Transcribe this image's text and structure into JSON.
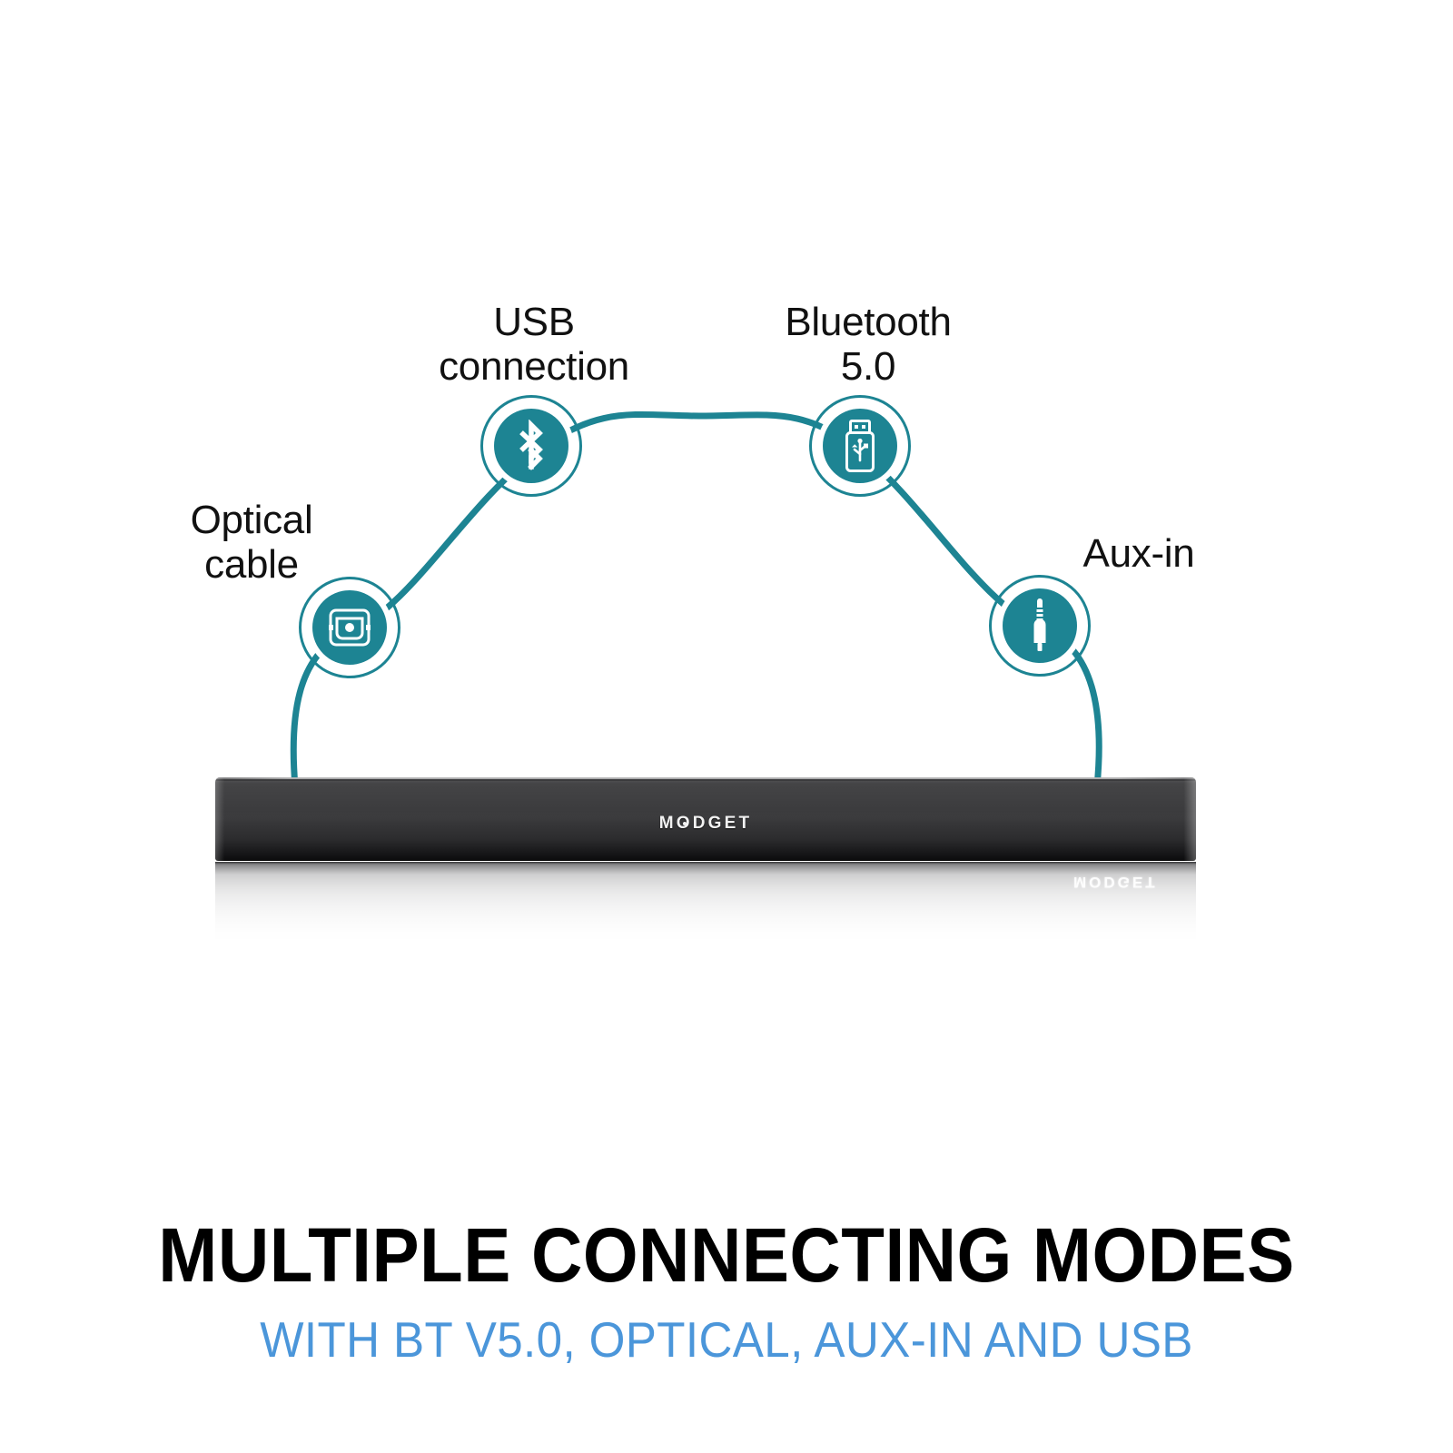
{
  "theme": {
    "accent_teal": "#1d8493",
    "caption_blue": "#4b96da",
    "headline_black": "#000000",
    "background": "#ffffff"
  },
  "diagram": {
    "nodes": [
      {
        "key": "optical",
        "label": "Optical\ncable",
        "icon": "optical-toslink-icon",
        "label_position": "left"
      },
      {
        "key": "bluetooth_node",
        "label": "USB\nconnection",
        "icon": "bluetooth-icon",
        "label_position": "top"
      },
      {
        "key": "usb_node",
        "label": "Bluetooth\n5.0",
        "icon": "usb-flash-drive-icon",
        "label_position": "top"
      },
      {
        "key": "aux",
        "label": "Aux-in",
        "icon": "aux-jack-icon",
        "label_position": "right"
      }
    ]
  },
  "product": {
    "brand_logo": "MODGET",
    "brand_logo_prefix": "M",
    "brand_logo_accent": "O",
    "brand_logo_suffix": "DGET",
    "reflection_logo": "MODGET"
  },
  "caption": {
    "headline": "MULTIPLE CONNECTING MODES",
    "subheadline": "WITH BT V5.0, OPTICAL, AUX-IN AND USB"
  }
}
